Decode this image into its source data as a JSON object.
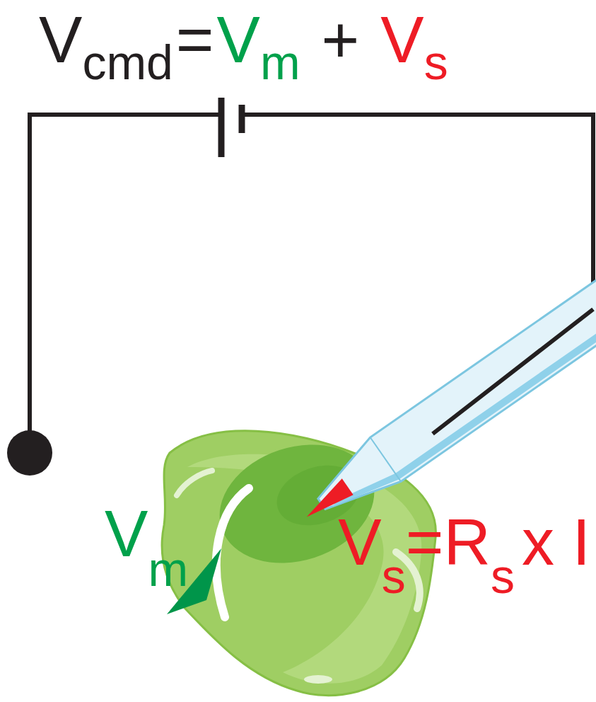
{
  "diagram": {
    "labels": [
      "V",
      "cmd",
      "=",
      "V",
      "m",
      "+",
      "V",
      "s",
      "V",
      "m",
      "V",
      "s",
      "=R",
      "s",
      "x I"
    ]
  }
}
